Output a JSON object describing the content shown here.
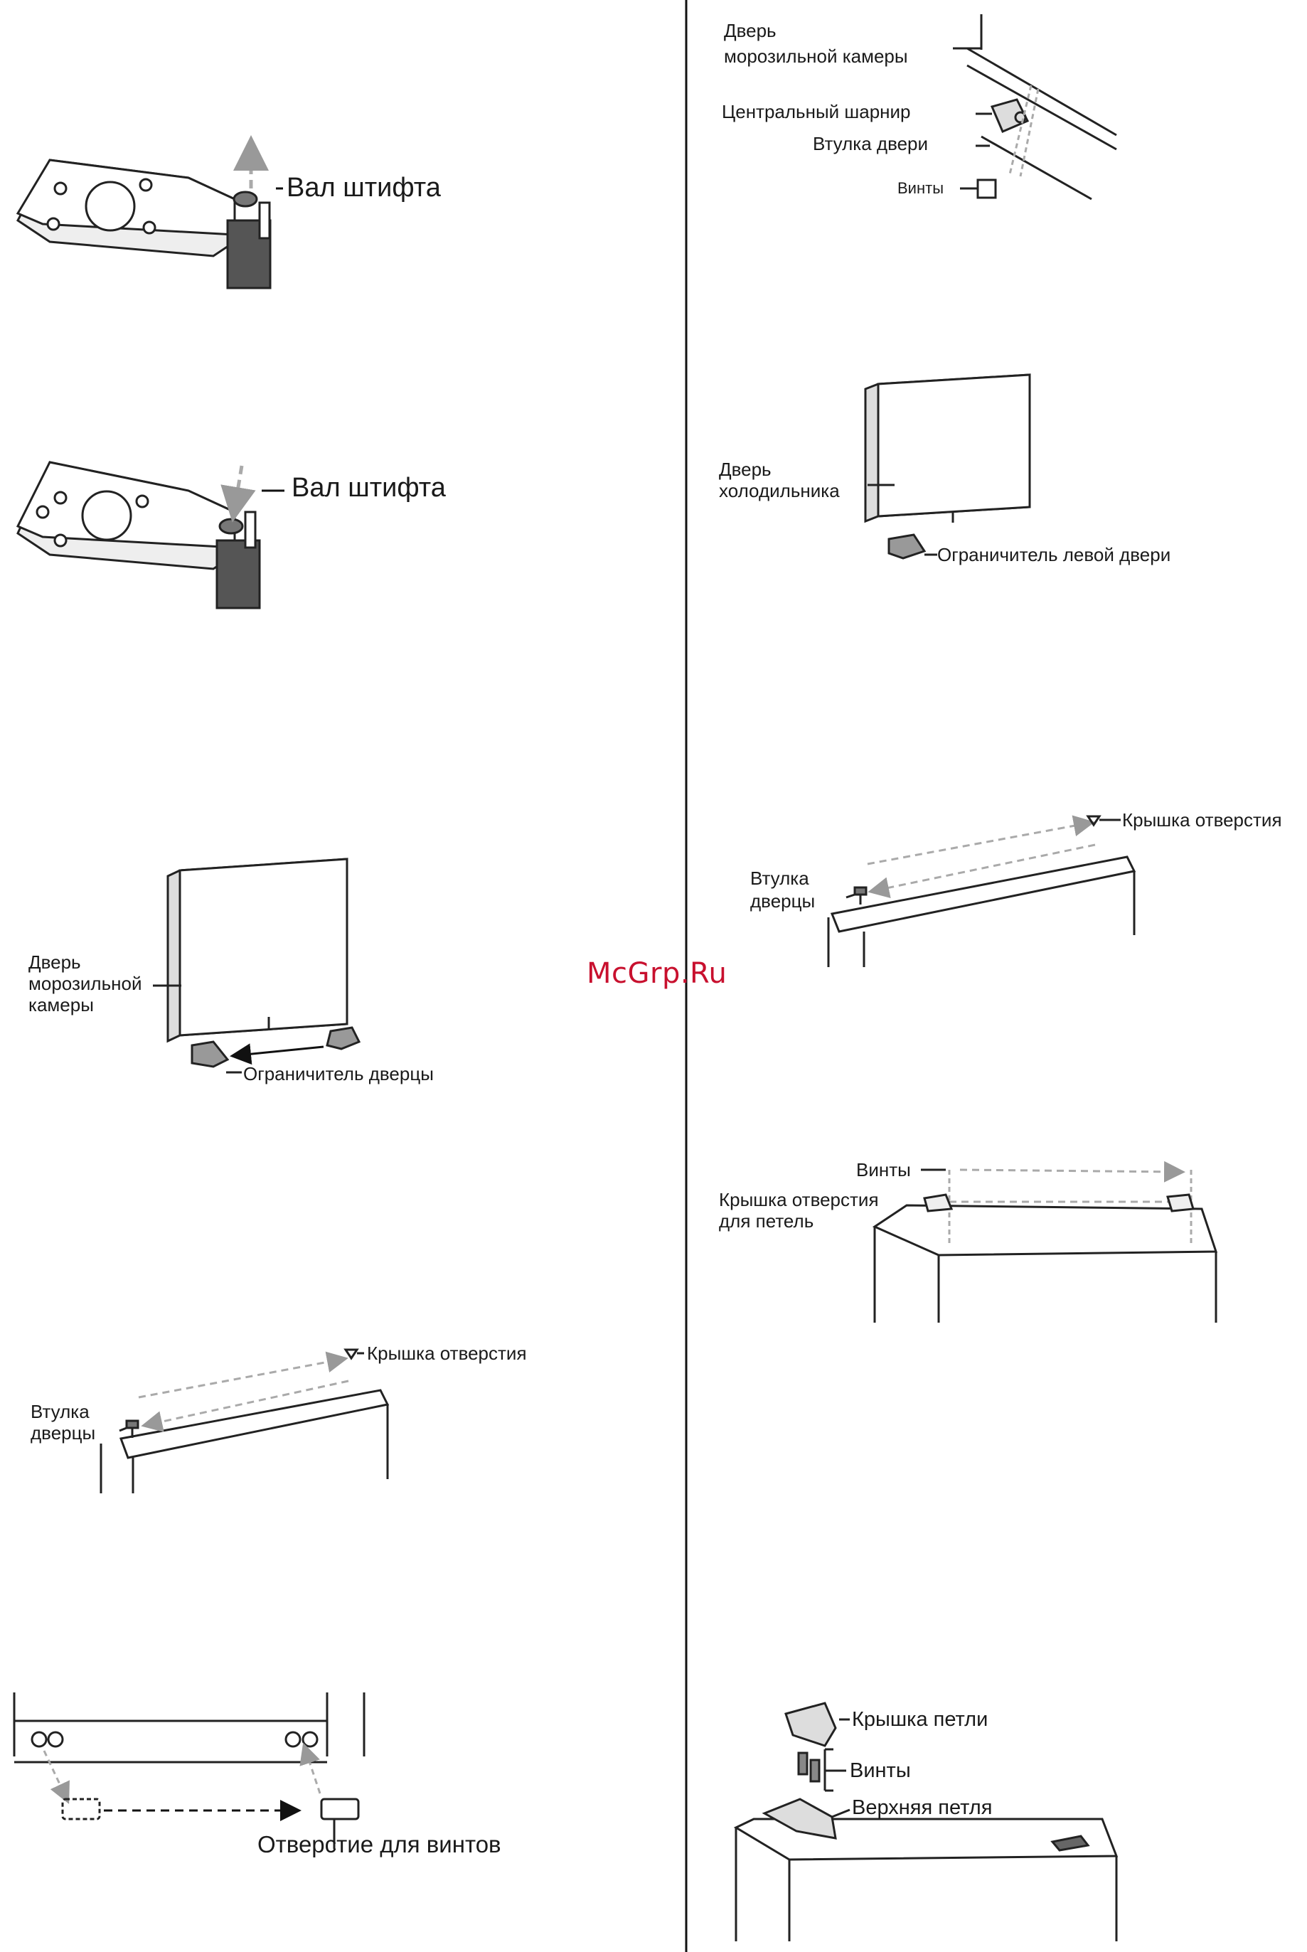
{
  "watermark": "McGrp.Ru",
  "left_column": {
    "pin_shaft_1": "Вал штифта",
    "pin_shaft_2": "Вал штифта",
    "freezer_door": "Дверь морозильной камеры",
    "freezer_door_lines": [
      "Дверь",
      "морозильной",
      "камеры"
    ],
    "door_stopper": "Ограничитель дверцы",
    "hole_cover": "Крышка отверстия",
    "door_bushing_lines": [
      "Втулка",
      "дверцы"
    ],
    "screw_hole": "Отверстие для винтов"
  },
  "right_column": {
    "freezer_door_lines": [
      "Дверь",
      "морозильной камеры"
    ],
    "center_hinge": "Центральный шарнир",
    "door_bushing": "Втулка двери",
    "screws_1": "Винты",
    "fridge_door_lines": [
      "Дверь",
      "холодильника"
    ],
    "left_door_stopper": "Ограничитель левой двери",
    "hole_cover": "Крышка отверстия",
    "door_bushing_lines": [
      "Втулка",
      "дверцы"
    ],
    "screws_2": "Винты",
    "hinge_hole_cover_lines": [
      "Крышка отверстия",
      "для петель"
    ],
    "hinge_cover": "Крышка петли",
    "screws_3": "Винты",
    "upper_hinge": "Верхняя петля"
  }
}
